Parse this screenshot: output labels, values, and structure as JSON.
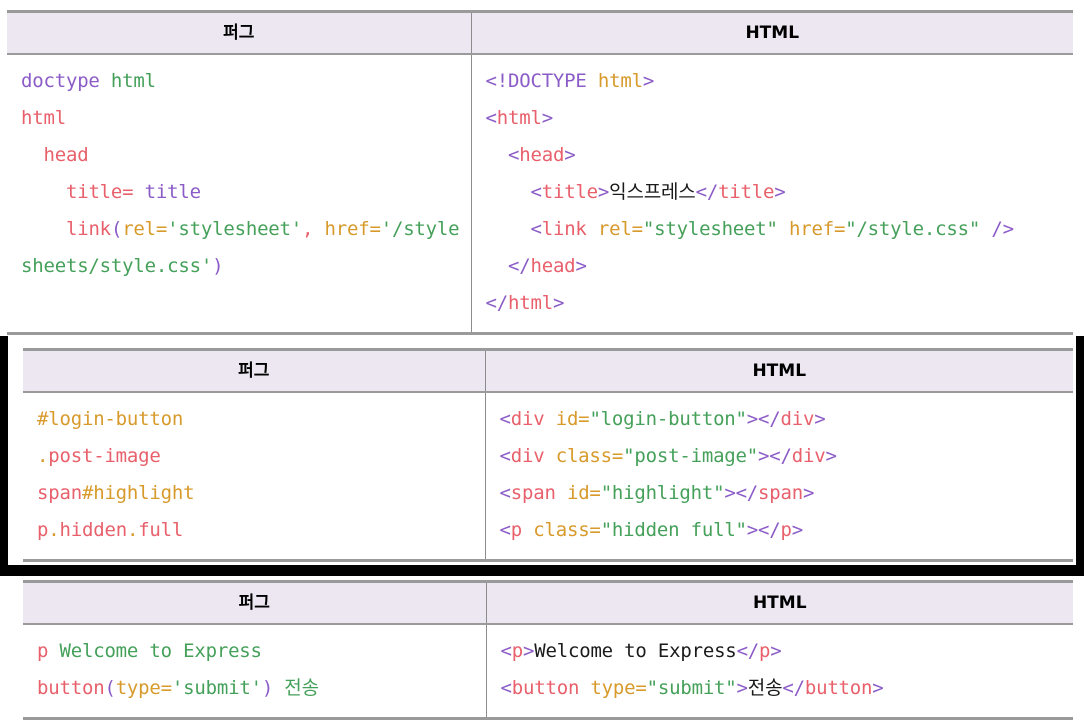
{
  "document": {
    "title": "Pug vs HTML comparison tables"
  },
  "tables": [
    {
      "id": "table-1",
      "headers": {
        "left": "퍼그",
        "right": "HTML"
      },
      "left_lines": [
        [
          {
            "t": "doctype ",
            "c": "c-purple"
          },
          {
            "t": "html",
            "c": "c-green"
          }
        ],
        [
          {
            "t": "html",
            "c": "c-salmon"
          }
        ],
        [
          {
            "t": "  head",
            "c": "c-salmon"
          }
        ],
        [
          {
            "t": "    title=",
            "c": "c-salmon"
          },
          {
            "t": " title",
            "c": "c-purple"
          }
        ],
        [
          {
            "t": "    link",
            "c": "c-salmon"
          },
          {
            "t": "(",
            "c": "c-purple"
          },
          {
            "t": "rel=",
            "c": "c-gold"
          },
          {
            "t": "'stylesheet'",
            "c": "c-green"
          },
          {
            "t": ", ",
            "c": "c-salmon"
          },
          {
            "t": "href=",
            "c": "c-gold"
          },
          {
            "t": "'/stylesheets/style.css'",
            "c": "c-green"
          },
          {
            "t": ")",
            "c": "c-purple"
          }
        ]
      ],
      "right_lines": [
        [
          {
            "t": "<!DOCTYPE",
            "c": "c-purple"
          },
          {
            "t": " html",
            "c": "c-gold"
          },
          {
            "t": ">",
            "c": "c-purple"
          }
        ],
        [
          {
            "t": "<",
            "c": "c-purple"
          },
          {
            "t": "html",
            "c": "c-salmon"
          },
          {
            "t": ">",
            "c": "c-purple"
          }
        ],
        [
          {
            "t": "  <",
            "c": "c-purple"
          },
          {
            "t": "head",
            "c": "c-salmon"
          },
          {
            "t": ">",
            "c": "c-purple"
          }
        ],
        [
          {
            "t": "    <",
            "c": "c-purple"
          },
          {
            "t": "title",
            "c": "c-salmon"
          },
          {
            "t": ">",
            "c": "c-purple"
          },
          {
            "t": "익스프레스",
            "c": "c-black"
          },
          {
            "t": "</",
            "c": "c-purple"
          },
          {
            "t": "title",
            "c": "c-salmon"
          },
          {
            "t": ">",
            "c": "c-purple"
          }
        ],
        [
          {
            "t": "    <",
            "c": "c-purple"
          },
          {
            "t": "link",
            "c": "c-salmon"
          },
          {
            "t": " rel=",
            "c": "c-gold"
          },
          {
            "t": "\"stylesheet\"",
            "c": "c-green"
          },
          {
            "t": " href=",
            "c": "c-gold"
          },
          {
            "t": "\"/style.css\"",
            "c": "c-green"
          },
          {
            "t": " /",
            "c": "c-purple"
          },
          {
            "t": ">",
            "c": "c-purple"
          }
        ],
        [
          {
            "t": "  </",
            "c": "c-purple"
          },
          {
            "t": "head",
            "c": "c-salmon"
          },
          {
            "t": ">",
            "c": "c-purple"
          }
        ],
        [
          {
            "t": "</",
            "c": "c-purple"
          },
          {
            "t": "html",
            "c": "c-salmon"
          },
          {
            "t": ">",
            "c": "c-purple"
          }
        ]
      ]
    },
    {
      "id": "table-2",
      "headers": {
        "left": "퍼그",
        "right": "HTML"
      },
      "left_lines": [
        [
          {
            "t": "#login-button",
            "c": "c-gold"
          }
        ],
        [
          {
            "t": ".",
            "c": "c-gold"
          },
          {
            "t": "post-image",
            "c": "c-salmon"
          }
        ],
        [
          {
            "t": "span",
            "c": "c-salmon"
          },
          {
            "t": "#highlight",
            "c": "c-gold"
          }
        ],
        [
          {
            "t": "p",
            "c": "c-salmon"
          },
          {
            "t": ".",
            "c": "c-gold"
          },
          {
            "t": "hidden",
            "c": "c-salmon"
          },
          {
            "t": ".",
            "c": "c-gold"
          },
          {
            "t": "full",
            "c": "c-salmon"
          }
        ]
      ],
      "right_lines": [
        [
          {
            "t": "<",
            "c": "c-purple"
          },
          {
            "t": "div",
            "c": "c-salmon"
          },
          {
            "t": " id=",
            "c": "c-gold"
          },
          {
            "t": "\"login-button\"",
            "c": "c-green"
          },
          {
            "t": "></",
            "c": "c-purple"
          },
          {
            "t": "div",
            "c": "c-salmon"
          },
          {
            "t": ">",
            "c": "c-purple"
          }
        ],
        [
          {
            "t": "<",
            "c": "c-purple"
          },
          {
            "t": "div",
            "c": "c-salmon"
          },
          {
            "t": " class=",
            "c": "c-gold"
          },
          {
            "t": "\"post-image\"",
            "c": "c-green"
          },
          {
            "t": "></",
            "c": "c-purple"
          },
          {
            "t": "div",
            "c": "c-salmon"
          },
          {
            "t": ">",
            "c": "c-purple"
          }
        ],
        [
          {
            "t": "<",
            "c": "c-purple"
          },
          {
            "t": "span",
            "c": "c-salmon"
          },
          {
            "t": " id=",
            "c": "c-gold"
          },
          {
            "t": "\"highlight\"",
            "c": "c-green"
          },
          {
            "t": "></",
            "c": "c-purple"
          },
          {
            "t": "span",
            "c": "c-salmon"
          },
          {
            "t": ">",
            "c": "c-purple"
          }
        ],
        [
          {
            "t": "<",
            "c": "c-purple"
          },
          {
            "t": "p",
            "c": "c-salmon"
          },
          {
            "t": " class=",
            "c": "c-gold"
          },
          {
            "t": "\"hidden full\"",
            "c": "c-green"
          },
          {
            "t": "></",
            "c": "c-purple"
          },
          {
            "t": "p",
            "c": "c-salmon"
          },
          {
            "t": ">",
            "c": "c-purple"
          }
        ]
      ]
    },
    {
      "id": "table-3",
      "headers": {
        "left": "퍼그",
        "right": "HTML"
      },
      "left_lines": [
        [
          {
            "t": "p",
            "c": "c-salmon"
          },
          {
            "t": " Welcome to Express",
            "c": "c-green"
          }
        ],
        [
          {
            "t": "button",
            "c": "c-salmon"
          },
          {
            "t": "(",
            "c": "c-purple"
          },
          {
            "t": "type=",
            "c": "c-gold"
          },
          {
            "t": "'submit'",
            "c": "c-green"
          },
          {
            "t": ")",
            "c": "c-purple"
          },
          {
            "t": " 전송",
            "c": "c-green"
          }
        ]
      ],
      "right_lines": [
        [
          {
            "t": "<",
            "c": "c-purple"
          },
          {
            "t": "p",
            "c": "c-salmon"
          },
          {
            "t": ">",
            "c": "c-purple"
          },
          {
            "t": "Welcome to Express",
            "c": "c-black"
          },
          {
            "t": "</",
            "c": "c-purple"
          },
          {
            "t": "p",
            "c": "c-salmon"
          },
          {
            "t": ">",
            "c": "c-purple"
          }
        ],
        [
          {
            "t": "<",
            "c": "c-purple"
          },
          {
            "t": "button",
            "c": "c-salmon"
          },
          {
            "t": " type=",
            "c": "c-gold"
          },
          {
            "t": "\"submit\"",
            "c": "c-green"
          },
          {
            "t": ">",
            "c": "c-purple"
          },
          {
            "t": "전송",
            "c": "c-black"
          },
          {
            "t": "</",
            "c": "c-purple"
          },
          {
            "t": "button",
            "c": "c-salmon"
          },
          {
            "t": ">",
            "c": "c-purple"
          }
        ]
      ]
    }
  ],
  "colors": {
    "header_bg": "#ece7f1",
    "border": "#8c8c8c",
    "tag": "#e8606b",
    "attr": "#d79a2b",
    "value": "#45a05a",
    "punct": "#8b5cc7",
    "text": "#1a1a1a",
    "band": "#000000"
  }
}
